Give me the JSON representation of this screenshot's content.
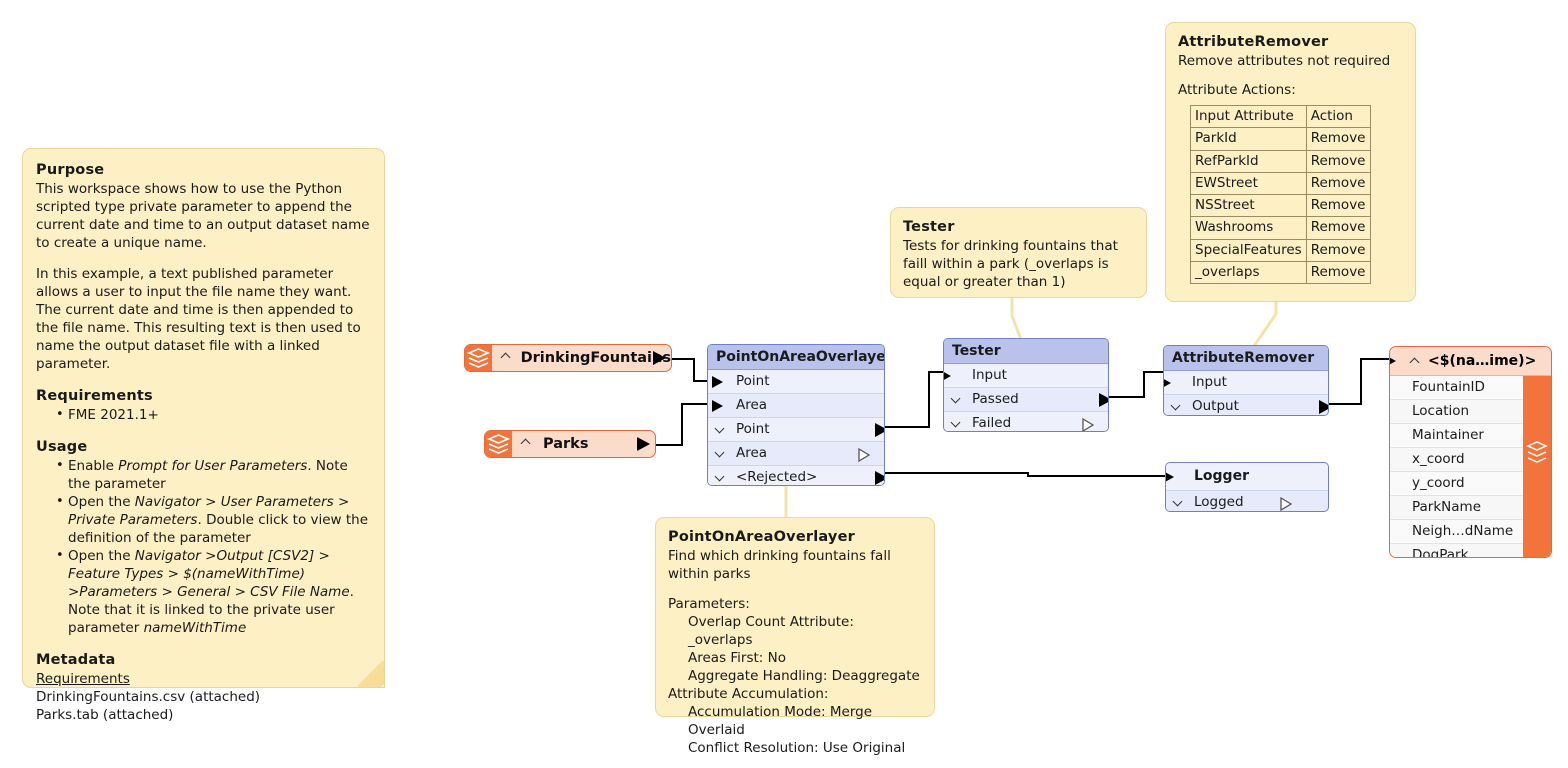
{
  "notes": {
    "purpose": {
      "title": "Purpose",
      "paragraph1": "This workspace shows how to use the Python scripted type private parameter to append the current date and time to an output dataset name to create a unique name.",
      "paragraph2": "In this example, a text published parameter allows a user to input the file name they want. The current date and time is then appended to the file name. This resulting text is then used to name the output dataset file with a linked parameter.",
      "requirements_title": "Requirements",
      "requirements_items": [
        "FME 2021.1+"
      ],
      "usage_title": "Usage",
      "usage_items": [
        {
          "pre": "Enable ",
          "em": "Prompt for User Parameters",
          "post": ". Note the parameter"
        },
        {
          "pre": "Open the ",
          "em": "Navigator > User Parameters > Private Parameters",
          "post": ". Double click to view the definition of the parameter"
        },
        {
          "pre": "Open the ",
          "em": "Navigator >Output [CSV2] > Feature Types > $(nameWithTime) >Parameters > General > CSV File Name",
          "post": ". Note that it is linked to the private user parameter ",
          "em2": "nameWithTime"
        }
      ],
      "metadata_title": "Metadata",
      "metadata_link": "Requirements",
      "metadata_files": [
        "DrinkingFountains.csv (attached)",
        "Parks.tab (attached)"
      ]
    },
    "tester": {
      "title": "Tester",
      "body": "Tests for drinking fountains that faill within a park (_overlaps is equal or greater than 1)"
    },
    "attributeRemover": {
      "title": "AttributeRemover",
      "subtitle": "Remove attributes not required",
      "section_label": "Attribute Actions:",
      "table_headers": [
        "Input Attribute",
        "Action"
      ],
      "table_rows": [
        [
          "ParkId",
          "Remove"
        ],
        [
          "RefParkId",
          "Remove"
        ],
        [
          "EWStreet",
          "Remove"
        ],
        [
          "NSStreet",
          "Remove"
        ],
        [
          "Washrooms",
          "Remove"
        ],
        [
          "SpecialFeatures",
          "Remove"
        ],
        [
          "_overlaps",
          "Remove"
        ]
      ]
    },
    "pointOnAreaOverlayer": {
      "title": "PointOnAreaOverlayer",
      "body": "Find which drinking fountains fall within parks",
      "params_label": "Parameters:",
      "params": [
        "Overlap Count Attribute: _overlaps",
        "Areas First: No",
        "Aggregate Handling: Deaggregate"
      ],
      "accumulation_label": "Attribute Accumulation:",
      "accumulation": [
        "Accumulation Mode: Merge Overlaid",
        "Conflict Resolution: Use Original"
      ]
    }
  },
  "readers": [
    {
      "name": "DrinkingFountains",
      "icon": "layer-stack-icon"
    },
    {
      "name": "Parks",
      "icon": "layer-stack-icon"
    }
  ],
  "transformers": {
    "pointOnAreaOverlayer": {
      "name": "PointOnAreaOverlayer",
      "inputs": [
        "Point",
        "Area"
      ],
      "outputs": [
        "Point",
        "Area",
        "<Rejected>"
      ]
    },
    "tester": {
      "name": "Tester",
      "inputs": [
        "Input"
      ],
      "outputs": [
        "Passed",
        "Failed"
      ]
    },
    "attributeRemover": {
      "name": "AttributeRemover",
      "inputs": [
        "Input"
      ],
      "outputs": [
        "Output"
      ]
    },
    "logger": {
      "name": "Logger",
      "inputs": [],
      "outputs": [
        "Logged"
      ]
    }
  },
  "writer": {
    "name": "<$(na…ime)>",
    "attributes": [
      "FountainID",
      "Location",
      "Maintainer",
      "x_coord",
      "y_coord",
      "ParkName",
      "Neigh…dName",
      "DogPark"
    ]
  },
  "colors": {
    "note_bg": "#fdf0c4",
    "note_border": "#e8d79a",
    "transformer_header": "#b8c2ea",
    "transformer_body": "#eef1fb",
    "transformer_border": "#6f7fc4",
    "feature_type_accent": "#f2743c",
    "feature_type_bg": "#fbdccb",
    "logger_accent": "#4161d8",
    "link": "#000000"
  }
}
